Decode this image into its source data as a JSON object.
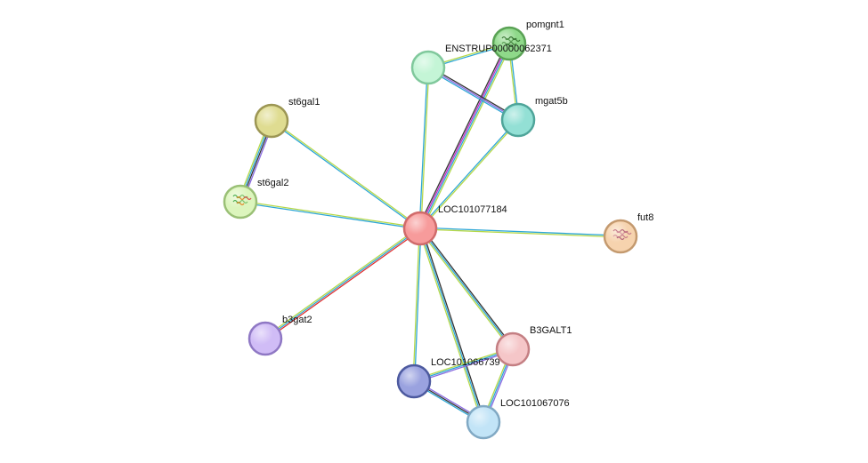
{
  "network": {
    "nodes": [
      {
        "id": "LOC101077184",
        "label": "LOC101077184",
        "fill": "#f79b9b",
        "stroke": "#d06b6b",
        "texture": "none"
      },
      {
        "id": "pomgnt1",
        "label": "pomgnt1",
        "fill": "#8fd98a",
        "stroke": "#5aa255",
        "texture": "protein"
      },
      {
        "id": "ENSTRUP00000062371",
        "label": "ENSTRUP00000062371",
        "fill": "#c4f5d6",
        "stroke": "#80c89c",
        "texture": "none"
      },
      {
        "id": "mgat5b",
        "label": "mgat5b",
        "fill": "#93e0d5",
        "stroke": "#4fa59a",
        "texture": "none"
      },
      {
        "id": "st6gal1",
        "label": "st6gal1",
        "fill": "#dfdc91",
        "stroke": "#9c9654",
        "texture": "none"
      },
      {
        "id": "st6gal2",
        "label": "st6gal2",
        "fill": "#dcf5bd",
        "stroke": "#9ac076",
        "texture": "protein"
      },
      {
        "id": "fut8",
        "label": "fut8",
        "fill": "#f6d3ae",
        "stroke": "#c49a6f",
        "texture": "protein"
      },
      {
        "id": "b3gat2",
        "label": "b3gat2",
        "fill": "#d0bcf6",
        "stroke": "#8f78c4",
        "texture": "none"
      },
      {
        "id": "B3GALT1",
        "label": "B3GALT1",
        "fill": "#f5c6c8",
        "stroke": "#c47f83",
        "texture": "none"
      },
      {
        "id": "LOC101066739",
        "label": "LOC101066739",
        "fill": "#9aa2df",
        "stroke": "#4d5a9f",
        "texture": "none"
      },
      {
        "id": "LOC101067076",
        "label": "LOC101067076",
        "fill": "#c2e4f7",
        "stroke": "#81a9c4",
        "texture": "none"
      }
    ],
    "edges": [
      {
        "source": "LOC101077184",
        "target": "pomgnt1",
        "colors": [
          "#333333",
          "#c028c8",
          "#2ea7d6",
          "#b5d84a"
        ]
      },
      {
        "source": "LOC101077184",
        "target": "ENSTRUP00000062371",
        "colors": [
          "#2ea7d6",
          "#b5d84a"
        ]
      },
      {
        "source": "LOC101077184",
        "target": "mgat5b",
        "colors": [
          "#2ea7d6",
          "#b5d84a"
        ]
      },
      {
        "source": "LOC101077184",
        "target": "st6gal1",
        "colors": [
          "#2ea7d6",
          "#b5d84a"
        ]
      },
      {
        "source": "LOC101077184",
        "target": "st6gal2",
        "colors": [
          "#2ea7d6",
          "#b5d84a"
        ]
      },
      {
        "source": "LOC101077184",
        "target": "fut8",
        "colors": [
          "#2ea7d6",
          "#b5d84a"
        ]
      },
      {
        "source": "LOC101077184",
        "target": "b3gat2",
        "colors": [
          "#e03232",
          "#2ea7d6",
          "#b5d84a"
        ]
      },
      {
        "source": "LOC101077184",
        "target": "B3GALT1",
        "colors": [
          "#333333",
          "#2ea7d6",
          "#b5d84a"
        ]
      },
      {
        "source": "LOC101077184",
        "target": "LOC101066739",
        "colors": [
          "#2ea7d6",
          "#b5d84a"
        ]
      },
      {
        "source": "LOC101077184",
        "target": "LOC101067076",
        "colors": [
          "#333333",
          "#2ea7d6",
          "#b5d84a"
        ]
      },
      {
        "source": "pomgnt1",
        "target": "ENSTRUP00000062371",
        "colors": [
          "#2ea7d6",
          "#b5d84a"
        ]
      },
      {
        "source": "pomgnt1",
        "target": "mgat5b",
        "colors": [
          "#2ea7d6",
          "#b5d84a"
        ]
      },
      {
        "source": "ENSTRUP00000062371",
        "target": "mgat5b",
        "colors": [
          "#333333",
          "#8a6be0",
          "#2ea7d6"
        ]
      },
      {
        "source": "st6gal1",
        "target": "st6gal2",
        "colors": [
          "#8a6be0",
          "#333333",
          "#2ea7d6",
          "#b5d84a"
        ]
      },
      {
        "source": "B3GALT1",
        "target": "LOC101066739",
        "colors": [
          "#8a6be0",
          "#2ea7d6",
          "#b5d84a"
        ]
      },
      {
        "source": "B3GALT1",
        "target": "LOC101067076",
        "colors": [
          "#8a6be0",
          "#2ea7d6",
          "#b5d84a"
        ]
      },
      {
        "source": "LOC101066739",
        "target": "LOC101067076",
        "colors": [
          "#8a6be0",
          "#333333",
          "#2ea7d6"
        ]
      }
    ]
  }
}
